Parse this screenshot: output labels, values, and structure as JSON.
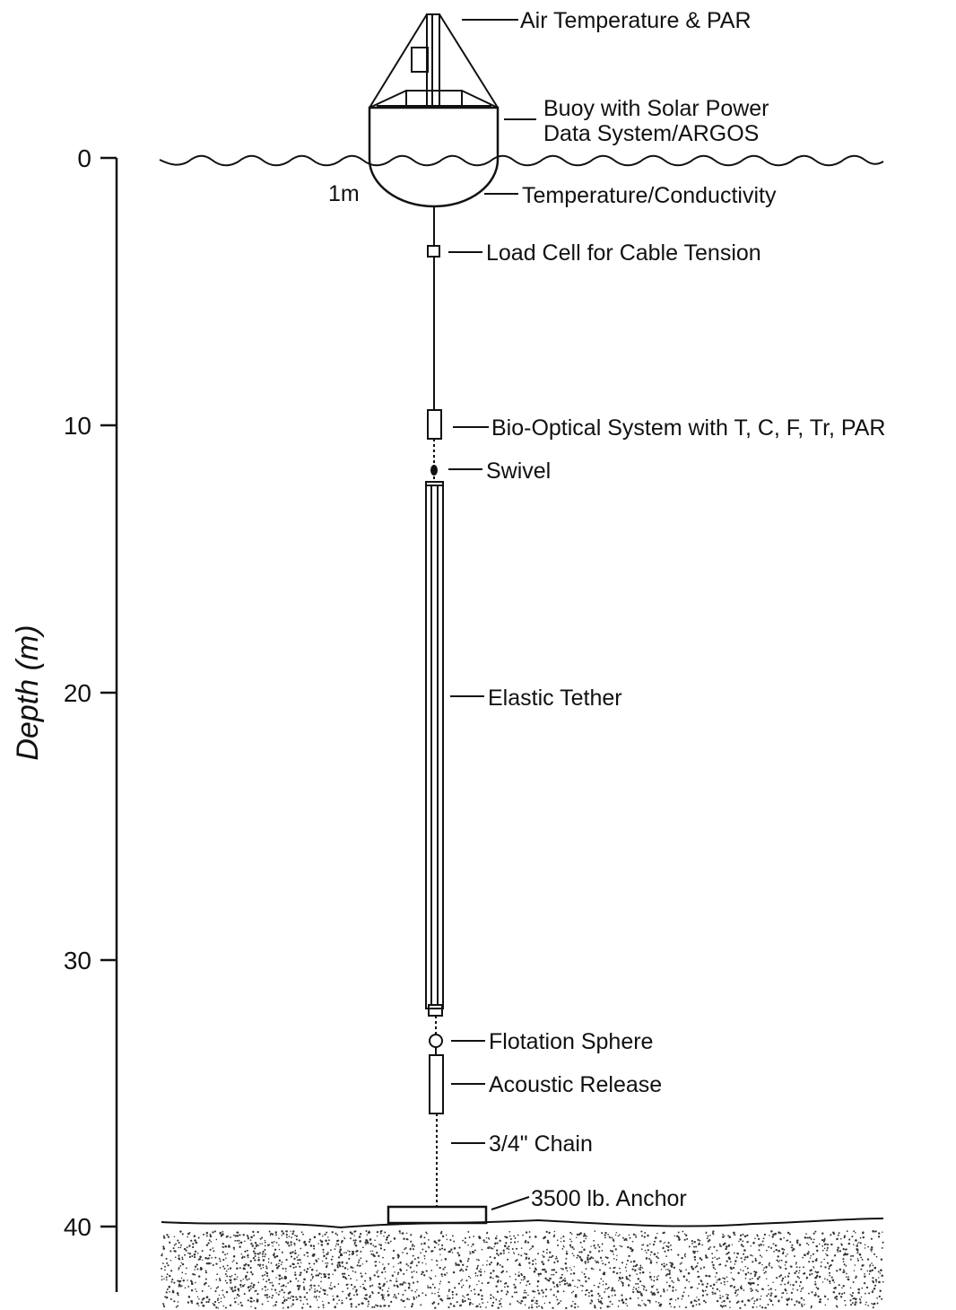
{
  "axis": {
    "title": "Depth (m)",
    "ticks": [
      "0",
      "10",
      "20",
      "30",
      "40"
    ]
  },
  "labels": {
    "air_temp_par": "Air Temperature & PAR",
    "buoy_line1": "Buoy with Solar Power",
    "buoy_line2": "Data System/ARGOS",
    "one_m": "1m",
    "temp_cond": "Temperature/Conductivity",
    "load_cell": "Load Cell for Cable Tension",
    "bio_optical": "Bio-Optical System with T, C, F, Tr, PAR",
    "swivel": "Swivel",
    "elastic_tether": "Elastic Tether",
    "flotation_sphere": "Flotation Sphere",
    "acoustic_release": "Acoustic Release",
    "chain": "3/4\" Chain",
    "anchor": "3500 lb. Anchor"
  },
  "colors": {
    "ink": "#111111",
    "background": "#ffffff"
  }
}
